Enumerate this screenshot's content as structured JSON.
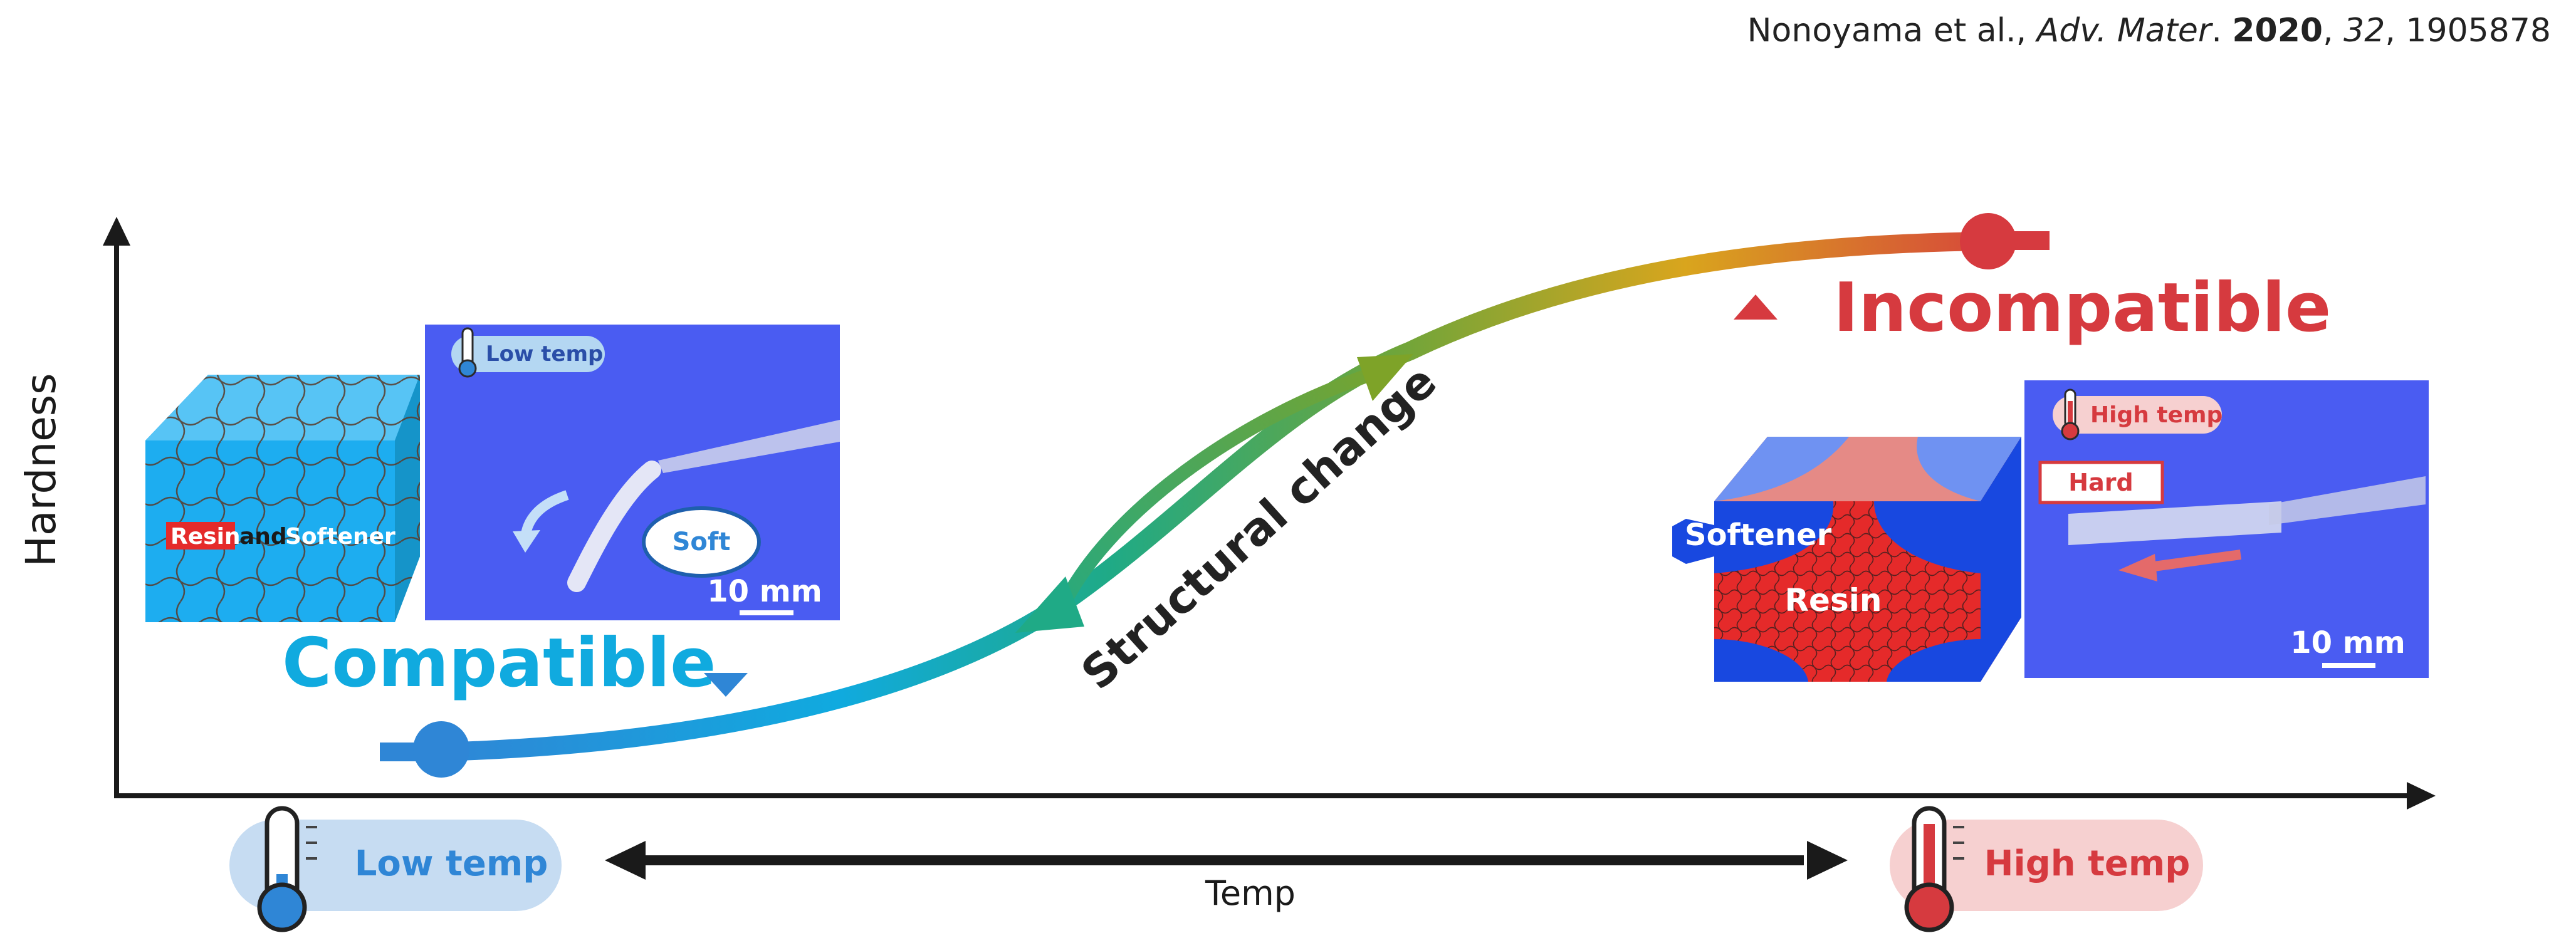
{
  "citation": {
    "authors": "Nonoyama et al., ",
    "journal": "Adv. Mater",
    "period": ". ",
    "year": "2020",
    "sep1": ", ",
    "volume": "32",
    "sep2": ", ",
    "article": "1905878"
  },
  "axes": {
    "y_label": "Hardness",
    "x_label": "Temp"
  },
  "states": {
    "compatible": "Compatible",
    "incompatible": "Incompatible",
    "transition": "Structural change"
  },
  "low_state": {
    "cube_resin": "Resin",
    "cube_and": "and",
    "cube_softener": "Softener",
    "photo_badge": "Low temp",
    "photo_bubble": "Soft",
    "photo_scale": "10 mm"
  },
  "high_state": {
    "cube_softener": "Softener",
    "cube_resin": "Resin",
    "photo_badge": "High temp",
    "photo_label": "Hard",
    "photo_scale": "10 mm"
  },
  "temperature_pills": {
    "low": "Low temp",
    "high": "High temp"
  },
  "colors": {
    "blue": "#2f86d6",
    "cyan": "#10aadf",
    "teal": "#1faa86",
    "green": "#6fa53a",
    "gold": "#d9a51d",
    "red": "#d63a3f",
    "photo_blue": "#4a5cf2",
    "pill_blue": "#c6dcf2",
    "pill_red": "#f6d0d0"
  }
}
